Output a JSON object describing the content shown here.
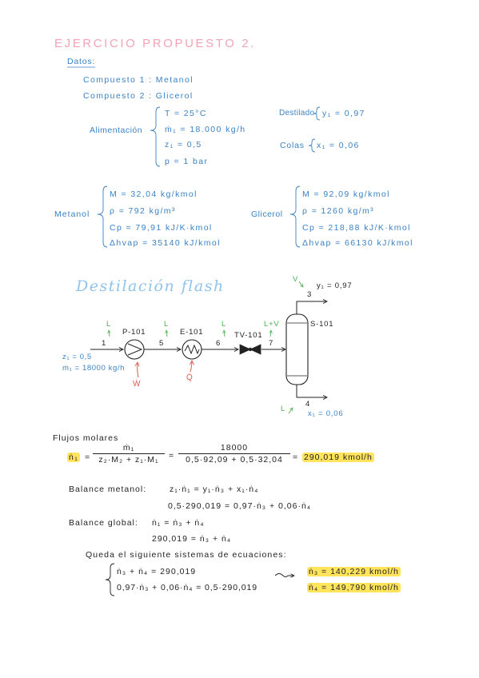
{
  "title": "EJERCICIO PROPUESTO 2.",
  "datos": {
    "heading": "Datos:",
    "compuesto_1": "Compuesto 1 : Metanol",
    "compuesto_2": "Compuesto 2 : Glicerol",
    "alimentacion": {
      "label": "Alimentación",
      "items": [
        "T = 25°C",
        "ṁ₁ = 18.000 kg/h",
        "z₁ = 0,5",
        "p = 1 bar"
      ]
    },
    "destilado": {
      "label": "Destilado",
      "value": "y₁ = 0,97"
    },
    "colas": {
      "label": "Colas",
      "value": "x₁ = 0,06"
    },
    "metanol": {
      "label": "Metanol",
      "items": [
        "M = 32,04 kg/kmol",
        "ρ = 792 kg/m³",
        "Cp = 79,91 kJ/K·kmol",
        "Δhvap = 35140 kJ/kmol"
      ]
    },
    "glicerol": {
      "label": "Glicerol",
      "items": [
        "M = 92,09 kg/kmol",
        "ρ = 1260 kg/m³",
        "Cp = 218,88 kJ/K·kmol",
        "Δhvap = 66130 kJ/kmol"
      ]
    }
  },
  "diagram": {
    "title": "Destilación flash",
    "feed": {
      "stream": "1",
      "phase": "L",
      "composition": "z₁ = 0,5",
      "mass_flow": "ṁ₁ = 18000 kg/h"
    },
    "pump": {
      "tag": "P-101",
      "work": "Ẇ"
    },
    "stream_5": {
      "stream": "5",
      "phase": "L"
    },
    "exchanger": {
      "tag": "E-101",
      "heat": "Q̇"
    },
    "stream_6": {
      "stream": "6",
      "phase": "L"
    },
    "valve": {
      "tag": "TV-101"
    },
    "stream_7": {
      "stream": "7",
      "phase": "L+V"
    },
    "separator": {
      "tag": "S-101"
    },
    "top": {
      "stream": "3",
      "phase": "V",
      "composition": "y₁ = 0,97"
    },
    "bottom": {
      "stream": "4",
      "phase": "L",
      "composition": "x₁ = 0,06"
    }
  },
  "calculo": {
    "heading": "Flujos molares",
    "molar_flow": {
      "lhs": "ṅ₁",
      "eq_1": "=",
      "frac_1_num": "ṁ₁",
      "frac_1_den": "z₂·M₂ + z₁·M₁",
      "eq_2": "=",
      "frac_2_num": "18000",
      "frac_2_den": "0,5·92,09 + 0,5·32,04",
      "eq_3": "=",
      "result": "290,019 kmol/h"
    },
    "balance_metanol": {
      "label": "Balance metanol:",
      "equation": "z₁·ṅ₁ = y₁·ṅ₃ + x₁·ṅ₄",
      "substituted": "0,5·290,019 = 0,97·ṅ₃ + 0,06·ṅ₄"
    },
    "balance_global": {
      "label": "Balance global:",
      "equation": "ṅ₁ = ṅ₃ + ṅ₄",
      "substituted": "290,019 = ṅ₃ + ṅ₄"
    },
    "system": {
      "intro": "Queda el siguiente sistemas de ecuaciones:",
      "eq_1": "ṅ₃ + ṅ₄ = 290,019",
      "eq_2": "0,97·ṅ₃ + 0,06·ṅ₄ = 0,5·290,019"
    },
    "results": [
      "ṅ₃ = 140,229 kmol/h",
      "ṅ₄ = 149,790 kmol/h"
    ]
  },
  "colors": {
    "title": "#f3a3b5",
    "notes": "#3b82c4",
    "ink": "#222222",
    "phase_labels": "#4caf50",
    "energy_labels": "#e05a4f",
    "highlight": "#ffe45c",
    "diagram_title": "#8fc3ec"
  }
}
